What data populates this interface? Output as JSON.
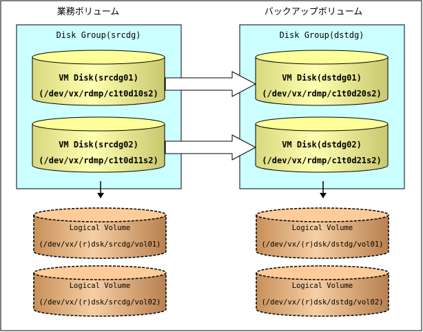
{
  "source_section": {
    "title": "業務ボリューム",
    "group_title": "Disk Group(srcdg)",
    "disks": [
      {
        "name": "VM Disk(srcdg01)",
        "path": "(/dev/vx/rdmp/c1t0d10s2)"
      },
      {
        "name": "VM Disk(srcdg02)",
        "path": "(/dev/vx/rdmp/c1t0d11s2)"
      }
    ],
    "volumes": [
      {
        "name": "Logical Volume",
        "path": "(/dev/vx/(r)dsk/srcdg/vol01)"
      },
      {
        "name": "Logical Volume",
        "path": "(/dev/vx/(r)dsk/srcdg/vol02)"
      }
    ]
  },
  "backup_section": {
    "title": "バックアップボリューム",
    "group_title": "Disk Group(dstdg)",
    "disks": [
      {
        "name": "VM Disk(dstdg01)",
        "path": "(/dev/vx/rdmp/c1t0d20s2)"
      },
      {
        "name": "VM Disk(dstdg02)",
        "path": "(/dev/vx/rdmp/c1t0d21s2)"
      }
    ],
    "volumes": [
      {
        "name": "Logical Volume",
        "path": "(/dev/vx/(r)dsk/dstdg/vol01)"
      },
      {
        "name": "Logical Volume",
        "path": "(/dev/vx/(r)dsk/dstdg/vol02)"
      }
    ]
  },
  "colors": {
    "group_fill": "#ccffff",
    "disk_fill": "#e6e699",
    "disk_top": "#ffff99",
    "volume_fill": "#d9a673",
    "volume_top": "#ffcc99",
    "line": "#000000"
  }
}
